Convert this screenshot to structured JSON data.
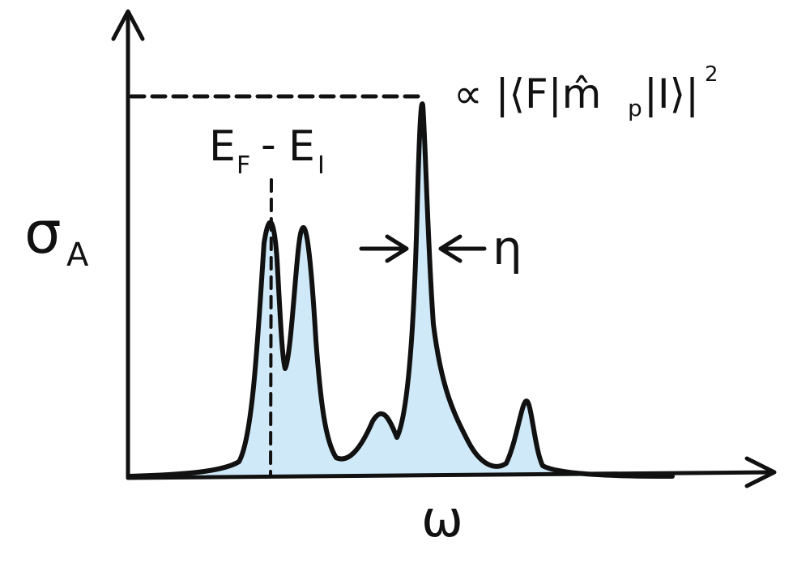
{
  "colors": {
    "ink": "#111111",
    "fill": "#cfe9f8",
    "background": "#ffffff"
  },
  "labels": {
    "y_axis": "σ",
    "y_axis_sub": "A",
    "x_axis": "ω",
    "transition_energy_main": "E",
    "transition_energy_sub_f": "F",
    "transition_energy_dash": "-",
    "transition_energy_e2": "E",
    "transition_energy_sub_i": "I",
    "peak_height": "∝ |⟨F|m̂",
    "peak_height_sub": "p",
    "peak_height_tail": "|I⟩|",
    "peak_height_exp": "2",
    "width": "η"
  }
}
